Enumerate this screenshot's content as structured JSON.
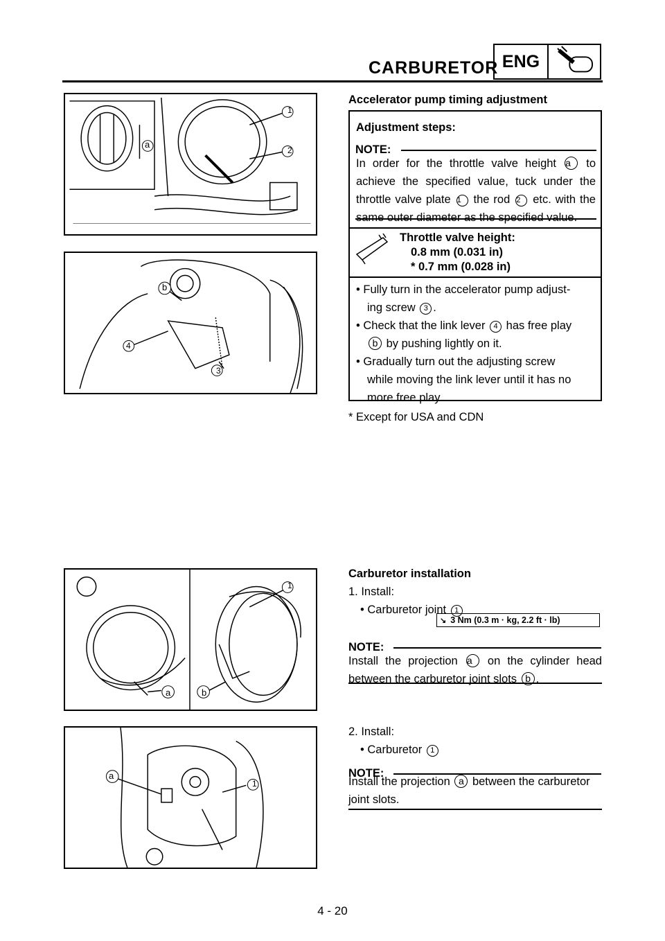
{
  "header": {
    "title": "CARBURETOR",
    "badge": "ENG",
    "icon": "wrench-tool-icon"
  },
  "section1": {
    "heading": "Accelerator pump timing adjustment",
    "box_heading": "Adjustment steps:",
    "note_label": "NOTE:",
    "note_parts": {
      "p1": "In order for the throttle valve height",
      "a": "a",
      "p2": "to achieve the specified value, tuck under the throttle valve plate",
      "n1": "1",
      "p3": "the rod",
      "n2": "2",
      "p4": "etc. with the same outer diameter as the specified value."
    },
    "spec_label": "Throttle valve height:",
    "spec_value1": "0.8 mm (0.031 in)",
    "spec_value2": "* 0.7 mm (0.028 in)",
    "steps": {
      "s1a": "Fully turn in the accelerator pump adjust-",
      "s1b": "ing screw",
      "s1n": "3",
      "s2a": "Check that the link lever",
      "s2n": "4",
      "s2b": "has free play",
      "s2c": "b",
      "s2d": "by pushing lightly on it.",
      "s3a": "Gradually turn out the adjusting screw",
      "s3b": "while moving the link lever until it has no",
      "s3c": "more free play."
    },
    "footnote": "* Except for USA and CDN"
  },
  "section2": {
    "heading": "Carburetor installation",
    "step1_label": "1.  Install:",
    "step1_item": "Carburetor joint",
    "step1_num": "1",
    "torque": "3 Nm (0.3 m · kg, 2.2 ft · lb)",
    "note_label": "NOTE:",
    "note1_a": "Install the projection",
    "note1_b": "a",
    "note1_c": "on the cylinder head",
    "note1_d": "between the carburetor joint slots",
    "note1_e": "b",
    "step2_label": "2.  Install:",
    "step2_item": "Carburetor",
    "step2_num": "1",
    "note2_a": "Install the projection",
    "note2_b": "a",
    "note2_c": "between the carburetor",
    "note2_d": "joint slots."
  },
  "callouts": {
    "c1": "1",
    "c2": "2",
    "c3": "3",
    "c4": "4",
    "ca": "a",
    "cb": "b"
  },
  "page_number": "4 - 20"
}
